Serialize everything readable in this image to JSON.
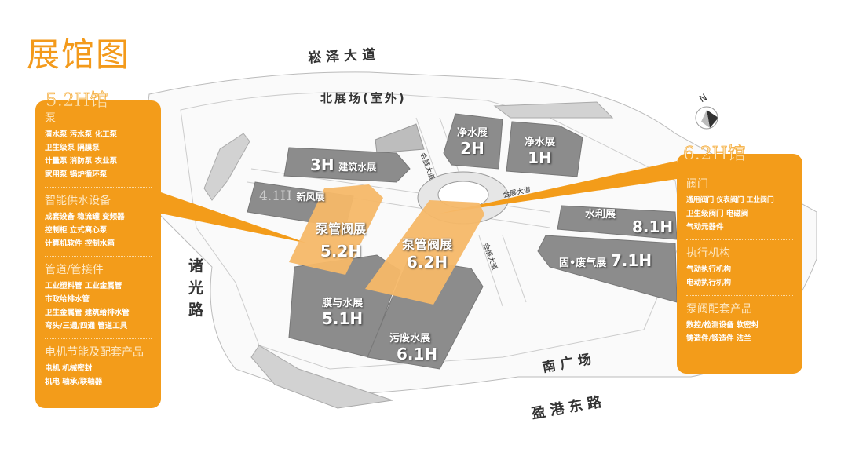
{
  "title": "展馆图",
  "roads": {
    "north": "崧泽大道",
    "north_field": "北展场(室外)",
    "west": "诸光路",
    "south_field": "南广场",
    "south": "盈港东路",
    "avenue": "会展大道"
  },
  "halls": [
    {
      "id": "3H",
      "label": "建筑水展"
    },
    {
      "id": "2H",
      "label": "净水展"
    },
    {
      "id": "1H",
      "label": "净水展"
    },
    {
      "id": "4.1H",
      "label": "新风展"
    },
    {
      "id": "5.2H",
      "label": "泵管阀展"
    },
    {
      "id": "6.2H",
      "label": "泵管阀展"
    },
    {
      "id": "5.1H",
      "label": "膜与水展"
    },
    {
      "id": "6.1H",
      "label": "污废水展"
    },
    {
      "id": "8.1H",
      "label": "水利展"
    },
    {
      "id": "7.1H",
      "label": "固•废气展"
    }
  ],
  "left_panel": {
    "title": "5.2H馆",
    "sections": [
      {
        "heading": "泵",
        "items": [
          "清水泵  污水泵  化工泵",
          "卫生级泵  隔膜泵",
          "计量泵  消防泵  农业泵",
          "家用泵  锅炉循环泵"
        ]
      },
      {
        "heading": "智能供水设备",
        "items": [
          "成套设备  稳流罐  变频器",
          "控制柜  立式离心泵",
          "计算机软件  控制水箱"
        ]
      },
      {
        "heading": "管道/管接件",
        "items": [
          "工业塑料管  工业金属管",
          "市政给排水管",
          "卫生金属管  建筑给排水管",
          "弯头/三通/四通  管道工具"
        ]
      },
      {
        "heading": "电机节能及配套产品",
        "items": [
          "电机  机械密封",
          "机电  轴承/联轴器"
        ]
      }
    ]
  },
  "right_panel": {
    "title": "6.2H馆",
    "sections": [
      {
        "heading": "阀门",
        "items": [
          "通用阀门  仪表阀门  工业阀门",
          "卫生级阀门  电磁阀",
          "气动元器件"
        ]
      },
      {
        "heading": "执行机构",
        "items": [
          "气动执行机构",
          "电动执行机构"
        ]
      },
      {
        "heading": "泵阀配套产品",
        "items": [
          "数控/检测设备  软密封",
          "铸造件/锻造件  法兰"
        ]
      }
    ]
  },
  "compass": {
    "label": "N"
  },
  "colors": {
    "accent": "#F39C1A",
    "highlight_hall": "#F5B868",
    "hall": "#8C8C8C"
  }
}
